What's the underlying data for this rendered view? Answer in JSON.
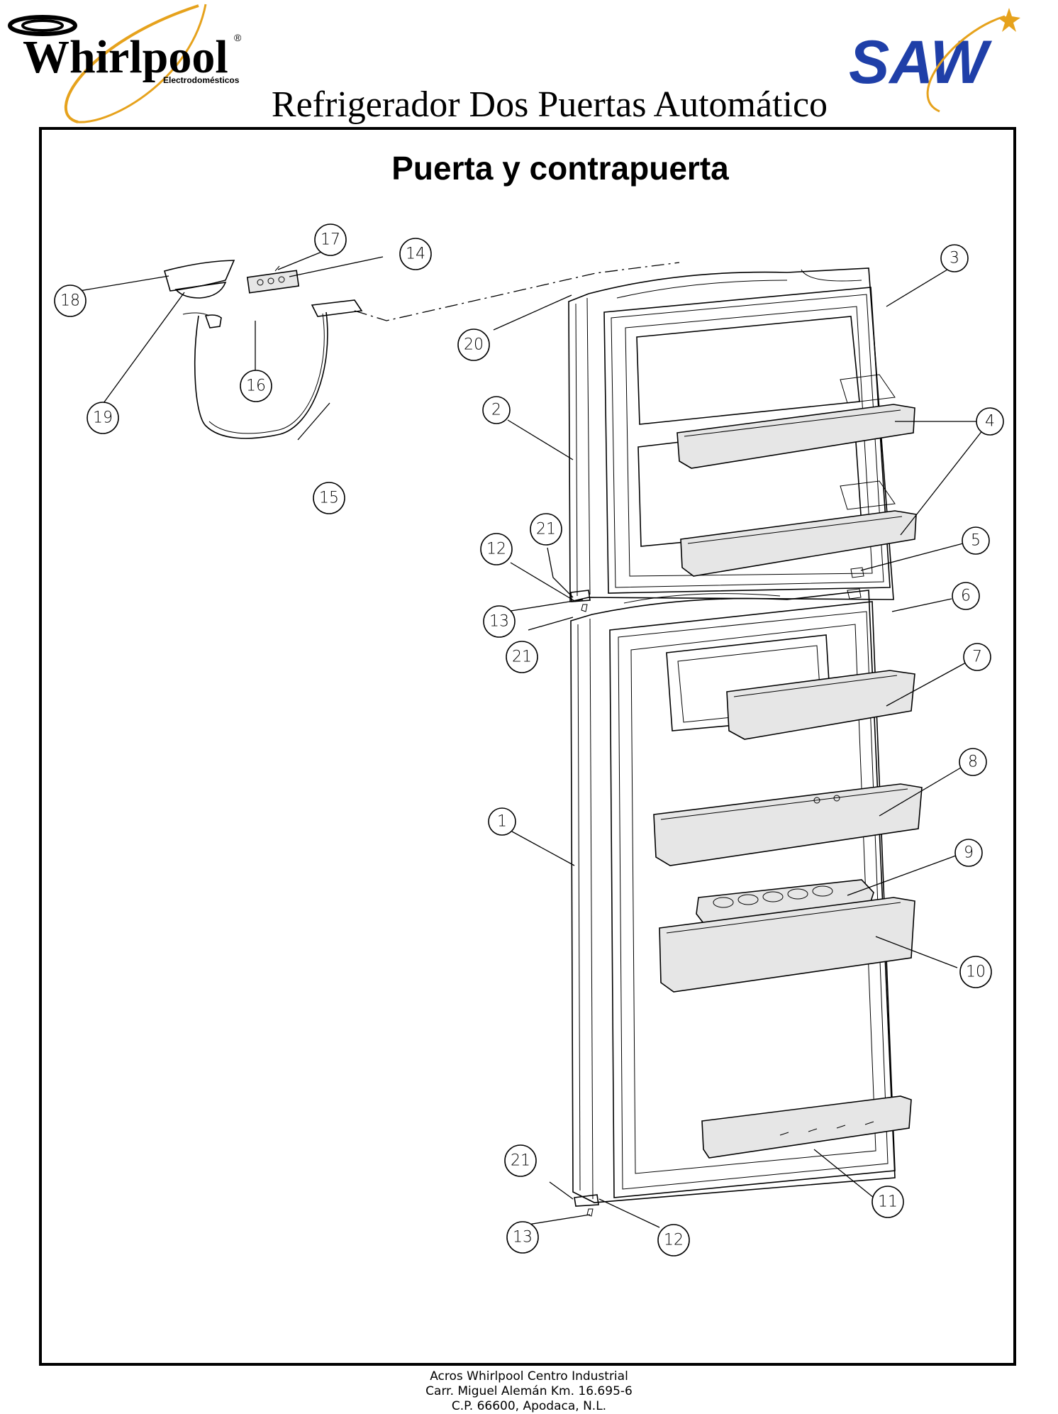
{
  "header": {
    "brand_left": "Whirlpool",
    "brand_left_sub": "Electrodomésticos",
    "brand_right": "SAW",
    "document_title": "Refrigerador Dos Puertas Automático"
  },
  "section_title": "Puerta y contrapuerta",
  "callouts": [
    {
      "id": "c1",
      "label": "1"
    },
    {
      "id": "c2",
      "label": "2"
    },
    {
      "id": "c3",
      "label": "3"
    },
    {
      "id": "c4a",
      "label": "4"
    },
    {
      "id": "c5",
      "label": "5"
    },
    {
      "id": "c6",
      "label": "6"
    },
    {
      "id": "c7",
      "label": "7"
    },
    {
      "id": "c8",
      "label": "8"
    },
    {
      "id": "c9",
      "label": "9"
    },
    {
      "id": "c10",
      "label": "10"
    },
    {
      "id": "c11",
      "label": "11"
    },
    {
      "id": "c12a",
      "label": "12"
    },
    {
      "id": "c12b",
      "label": "12"
    },
    {
      "id": "c13a",
      "label": "13"
    },
    {
      "id": "c13b",
      "label": "13"
    },
    {
      "id": "c14",
      "label": "14"
    },
    {
      "id": "c15",
      "label": "15"
    },
    {
      "id": "c16",
      "label": "16"
    },
    {
      "id": "c17",
      "label": "17"
    },
    {
      "id": "c18",
      "label": "18"
    },
    {
      "id": "c19",
      "label": "19"
    },
    {
      "id": "c20",
      "label": "20"
    },
    {
      "id": "c21a",
      "label": "21"
    },
    {
      "id": "c21b",
      "label": "21"
    },
    {
      "id": "c21c",
      "label": "21"
    }
  ],
  "footer": {
    "line1": "Acros Whirlpool Centro Industrial",
    "line2": "Carr. Miguel Alemán Km. 16.695-6",
    "line3": "C.P. 66600, Apodaca, N.L."
  },
  "colors": {
    "whirlpool_swoosh": "#e6a21c",
    "saw_blue": "#1f3fa8",
    "saw_star": "#e6a21c"
  }
}
